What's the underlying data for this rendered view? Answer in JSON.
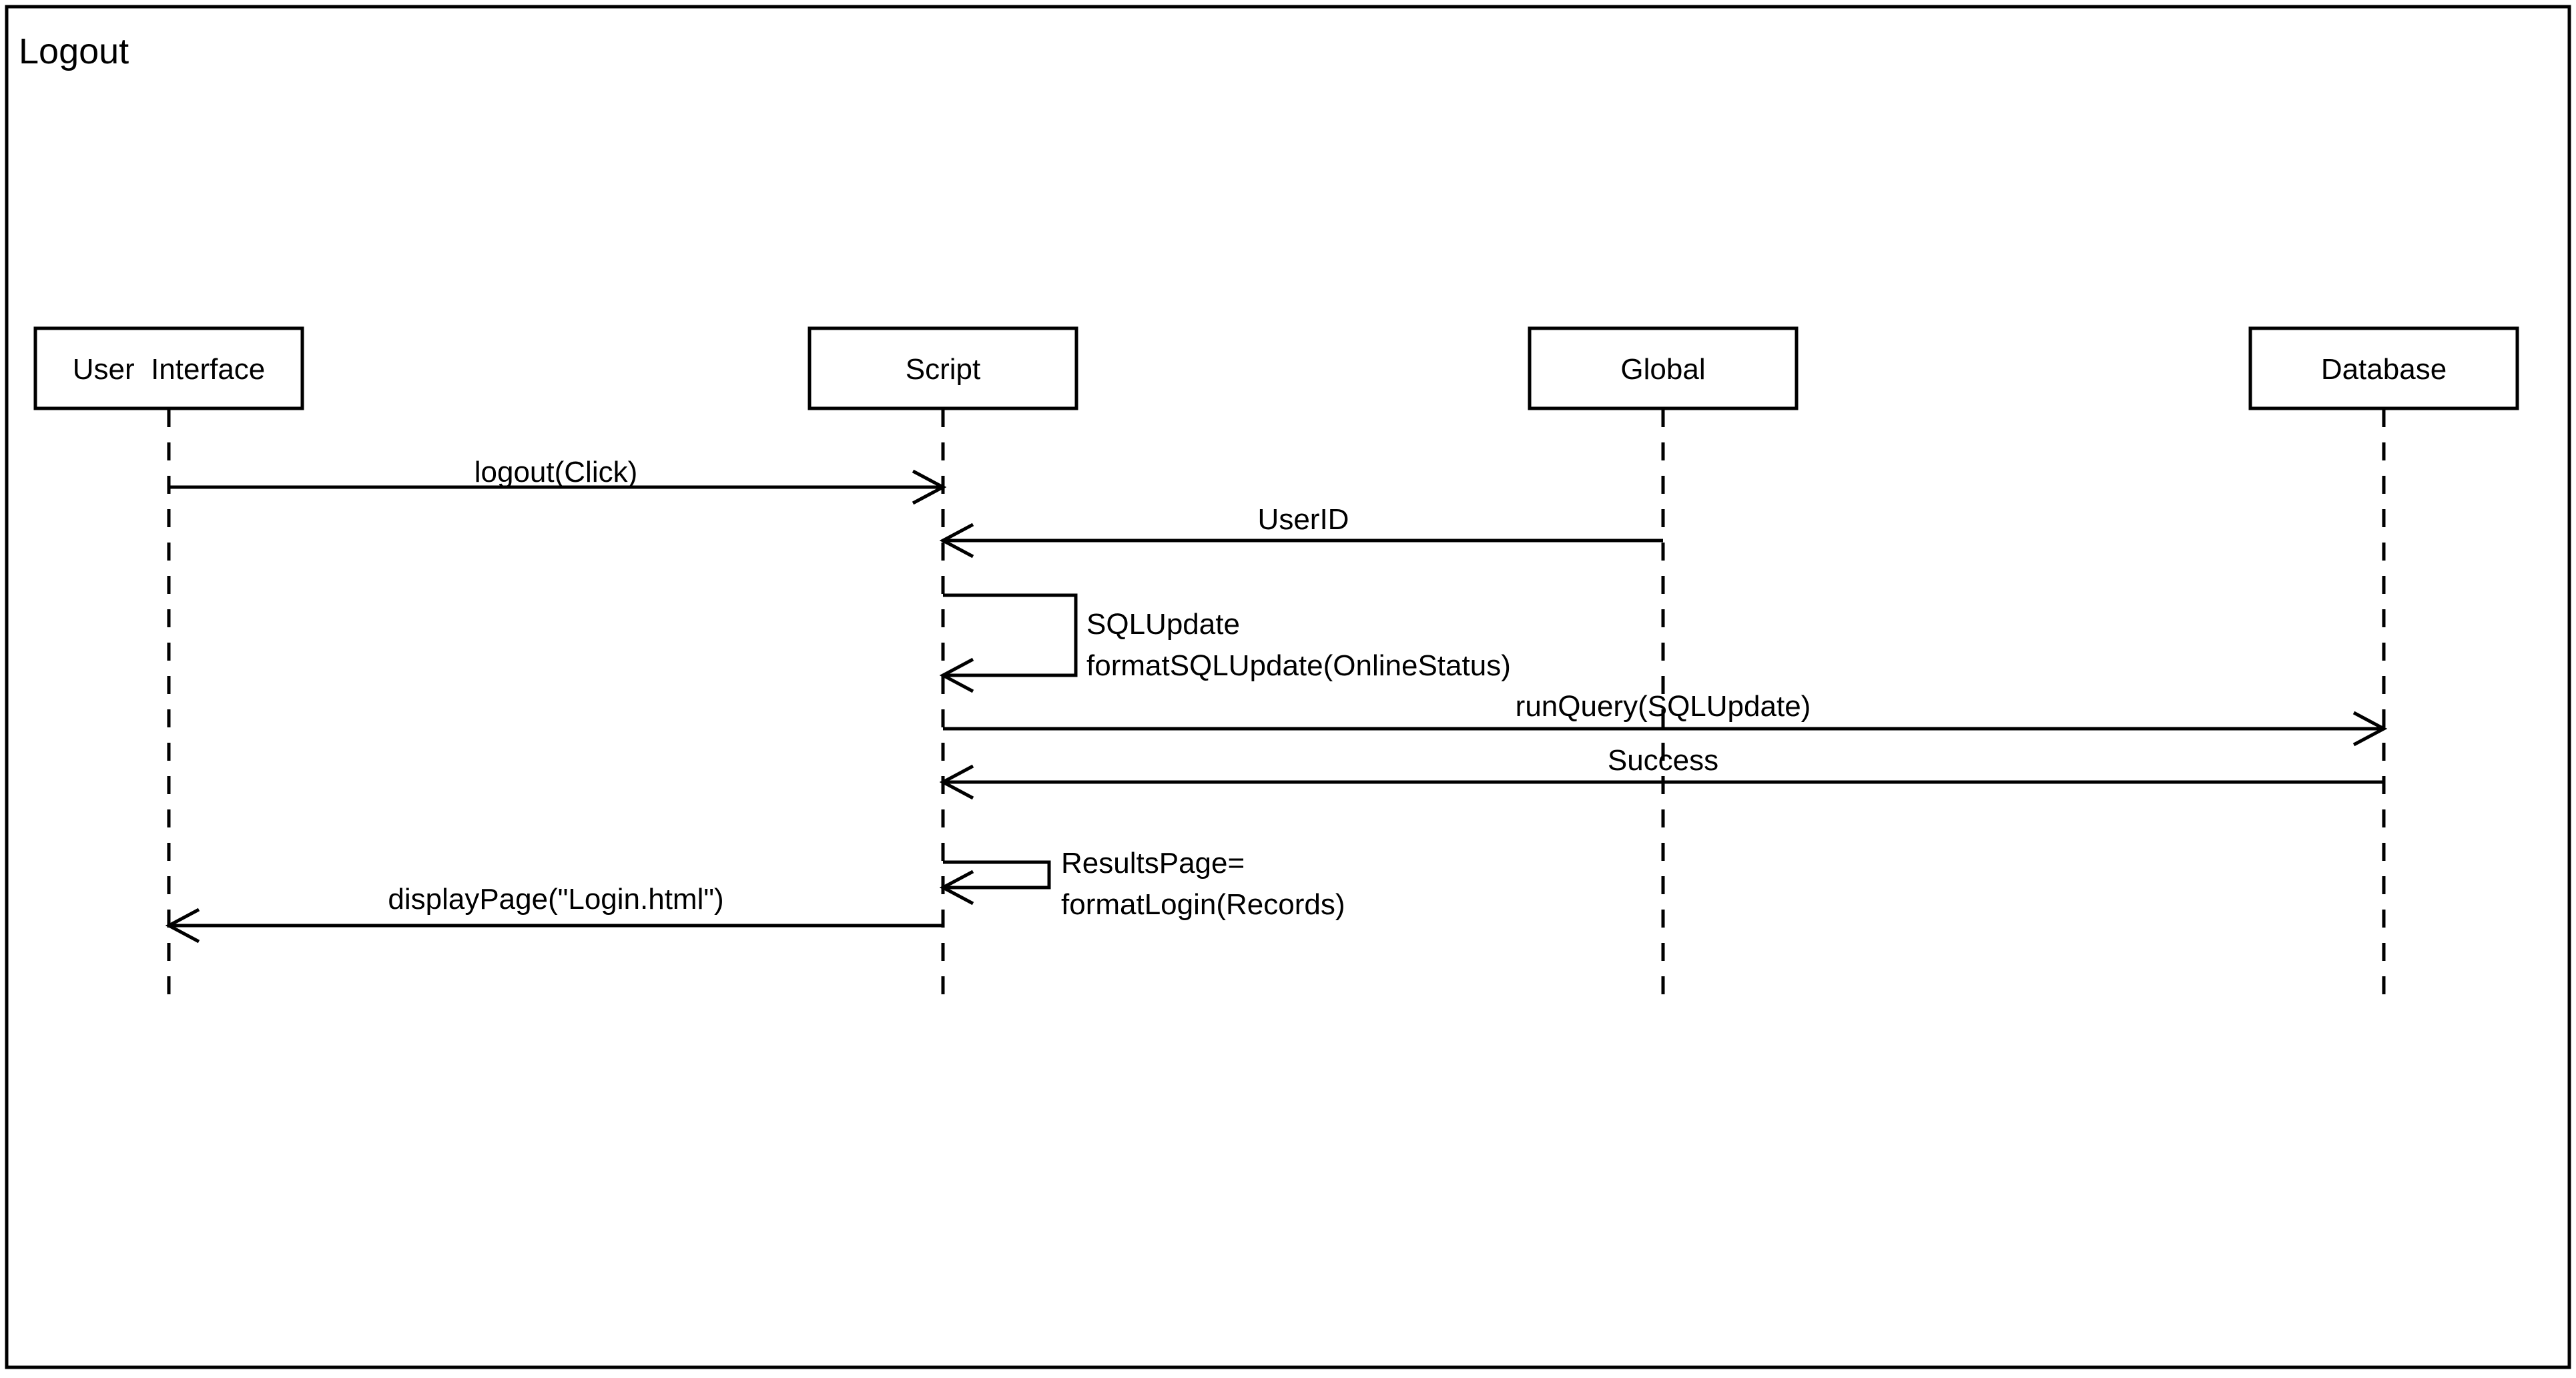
{
  "title": "Logout",
  "actors": [
    {
      "id": "user-interface",
      "label": "User  Interface"
    },
    {
      "id": "script",
      "label": "Script"
    },
    {
      "id": "global",
      "label": "Global"
    },
    {
      "id": "database",
      "label": "Database"
    }
  ],
  "messages": {
    "logout": {
      "label": "logout(Click)",
      "from": "User Interface",
      "to": "Script",
      "direction": "right"
    },
    "userid": {
      "label": "UserID",
      "from": "Global",
      "to": "Script",
      "direction": "left"
    },
    "self_format_sql": {
      "type": "self-message",
      "on": "Script",
      "line1": "SQLUpdate",
      "line2": "formatSQLUpdate(OnlineStatus)"
    },
    "runquery": {
      "label": "runQuery(SQLUpdate)",
      "from": "Script",
      "to": "Database",
      "direction": "right"
    },
    "success": {
      "label": "Success",
      "from": "Database",
      "to": "Script",
      "direction": "left"
    },
    "self_results": {
      "type": "self-message",
      "on": "Script",
      "line1": "ResultsPage=",
      "line2": "formatLogin(Records)"
    },
    "displaypage": {
      "label": "displayPage(\"Login.html\")",
      "from": "Script",
      "to": "User Interface",
      "direction": "left"
    }
  },
  "colors": {
    "stroke": "#000000",
    "text": "#000000",
    "background": "#ffffff"
  }
}
